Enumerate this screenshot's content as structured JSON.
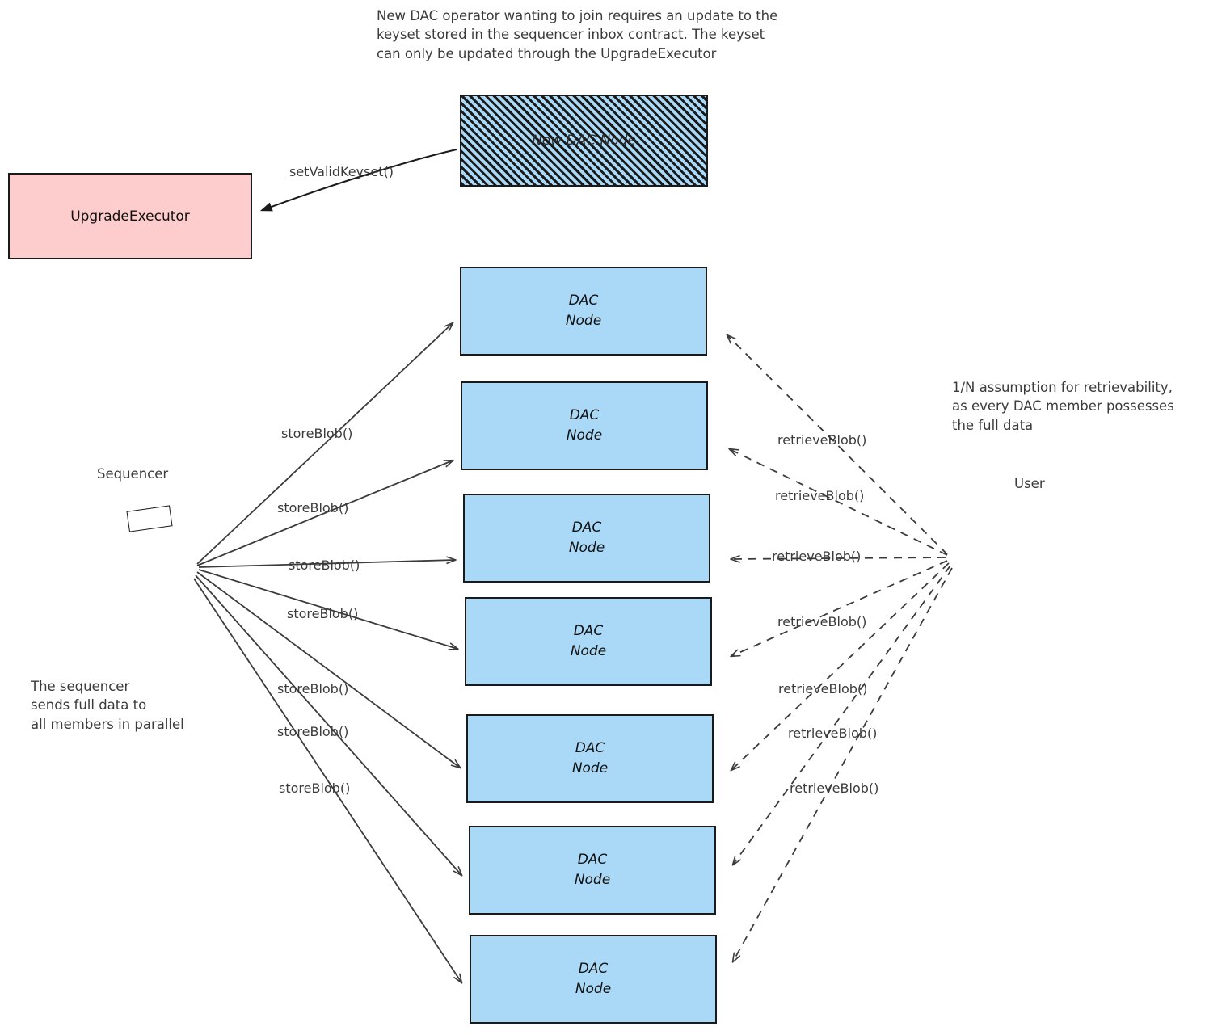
{
  "diagram": {
    "title_note_top": "New DAC operator wanting to join requires an update to the\nkeyset stored in the sequencer inbox contract. The keyset\ncan only be updated through the UpgradeExecutor",
    "note_right": "1/N assumption for retrievability,\nas every DAC member possesses\nthe full data",
    "note_bottom_left": "The sequencer\nsends full data to\nall members in parallel",
    "colors": {
      "dac_node_fill": "#aad9f8",
      "upgrade_executor_fill": "#fdcdcd",
      "stroke": "#1a1a1a",
      "text": "#3b3b3b",
      "background": "#ffffff"
    }
  },
  "actors": {
    "sequencer_label": "Sequencer",
    "user_label": "User"
  },
  "boxes": {
    "upgrade_executor": {
      "label": "UpgradeExecutor"
    },
    "new_dac_node": {
      "line1": "New DAC",
      "line2": "Node"
    },
    "dac_nodes": [
      {
        "line1": "DAC",
        "line2": "Node"
      },
      {
        "line1": "DAC",
        "line2": "Node"
      },
      {
        "line1": "DAC",
        "line2": "Node"
      },
      {
        "line1": "DAC",
        "line2": "Node"
      },
      {
        "line1": "DAC",
        "line2": "Node"
      },
      {
        "line1": "DAC",
        "line2": "Node"
      },
      {
        "line1": "DAC",
        "line2": "Node"
      }
    ]
  },
  "edges": {
    "set_valid_keyset": {
      "label": "setValidKeyset()"
    },
    "store_blob_labels": [
      {
        "label": "storeBlob()"
      },
      {
        "label": "storeBlob()"
      },
      {
        "label": "storeBlob()"
      },
      {
        "label": "storeBlob()"
      },
      {
        "label": "storeBlob()"
      },
      {
        "label": "storeBlob()"
      },
      {
        "label": "storeBlob()"
      }
    ],
    "retrieve_blob_labels": [
      {
        "label": "retrieveBlob()"
      },
      {
        "label": "retrieveBlob()"
      },
      {
        "label": "retrieveBlob()"
      },
      {
        "label": "retrieveBlob()"
      },
      {
        "label": "retrieveBlob()"
      },
      {
        "label": "retrieveBlob()"
      },
      {
        "label": "retrieveBlob()"
      }
    ]
  }
}
